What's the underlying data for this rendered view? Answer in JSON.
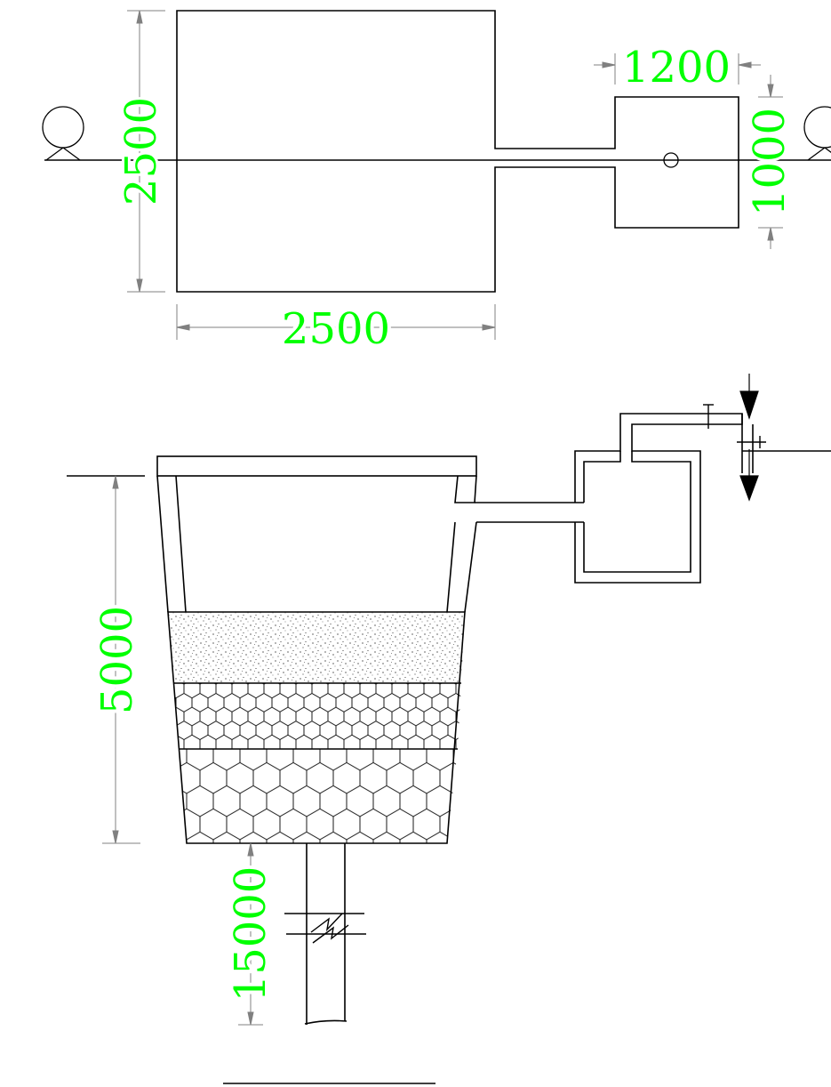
{
  "colors": {
    "line": "#000000",
    "dimension": "#00ff00",
    "dim_line": "#808080",
    "background": "#ffffff"
  },
  "plan": {
    "tank_height": "2500",
    "tank_width": "2500",
    "chamber_width": "1200",
    "chamber_height": "1000"
  },
  "section": {
    "tank_depth": "5000",
    "pipe_length": "15000"
  },
  "icons": [
    "section-marker-icon",
    "pipe-break-icon",
    "valve-icon",
    "flow-arrow-icon"
  ]
}
